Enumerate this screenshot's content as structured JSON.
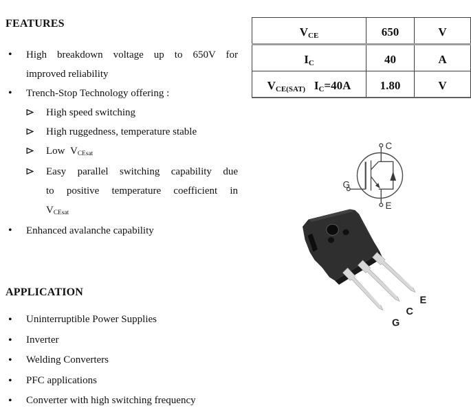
{
  "features": {
    "heading": "FEATURES",
    "items": [
      {
        "marker": "bullet",
        "lines": [
          "High breakdown voltage up to 650V for",
          "improved reliability"
        ]
      },
      {
        "marker": "bullet",
        "lines": [
          "Trench-Stop Technology offering :"
        ]
      },
      {
        "marker": "arrow",
        "lines": [
          "High speed switching"
        ]
      },
      {
        "marker": "arrow",
        "lines": [
          "High ruggedness, temperature stable"
        ]
      },
      {
        "marker": "arrow",
        "lines": [
          "Low V_{CEsat}"
        ]
      },
      {
        "marker": "arrow",
        "lines": [
          "Easy parallel switching capability due",
          "to positive temperature coefficient in",
          "V_{CEsat}"
        ]
      },
      {
        "marker": "bullet",
        "lines": [
          "Enhanced avalanche capability"
        ]
      }
    ]
  },
  "application": {
    "heading": "APPLICATION",
    "items": [
      {
        "marker": "bullet",
        "lines": [
          "Uninterruptible Power Supplies"
        ]
      },
      {
        "marker": "bullet",
        "lines": [
          "Inverter"
        ]
      },
      {
        "marker": "bullet",
        "lines": [
          "Welding Converters"
        ]
      },
      {
        "marker": "bullet",
        "lines": [
          "PFC applications"
        ]
      },
      {
        "marker": "bullet",
        "lines": [
          "Converter with high switching frequency"
        ]
      }
    ]
  },
  "ratings_table": {
    "rows": [
      {
        "parameter": "V_{CE}",
        "value": "650",
        "unit": "V"
      },
      {
        "parameter": "I_{C}",
        "value": "40",
        "unit": "A"
      },
      {
        "parameter": "V_{CE(SAT)}  I_{C}=40A",
        "value": "1.80",
        "unit": "V"
      }
    ]
  },
  "schematic": {
    "labels": {
      "collector": "C",
      "gate": "G",
      "emitter": "E"
    }
  },
  "package_photo": {
    "labels": {
      "gate": "G",
      "collector": "C",
      "emitter": "E"
    }
  },
  "icons": {
    "bullet": "•",
    "arrow_bullet": "hollow right-pointing triangle"
  },
  "colors": {
    "page_bg": "#ffffff",
    "text": "#111111",
    "table_border": "#3d3d3d",
    "table_divider_gray": "#9b9b9b",
    "schematic_stroke": "#4a4a4a",
    "package_body": "#2f2f2f",
    "package_side": "#1b1b1b",
    "pin_silver": "#d8d8d8"
  }
}
